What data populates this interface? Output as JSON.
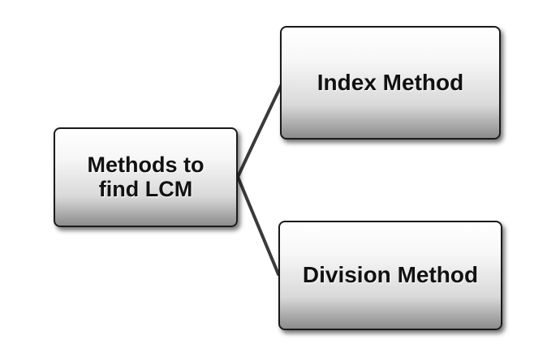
{
  "diagram": {
    "root": {
      "line1": "Methods to",
      "line2": "find LCM"
    },
    "children": [
      {
        "label": "Index Method"
      },
      {
        "label": "Division Method"
      }
    ]
  },
  "colors": {
    "stroke": "#1a1a1a",
    "fill_light": "#ffffff",
    "fill_dark": "#8c8c8c",
    "text": "#111111",
    "background": "#ffffff"
  }
}
